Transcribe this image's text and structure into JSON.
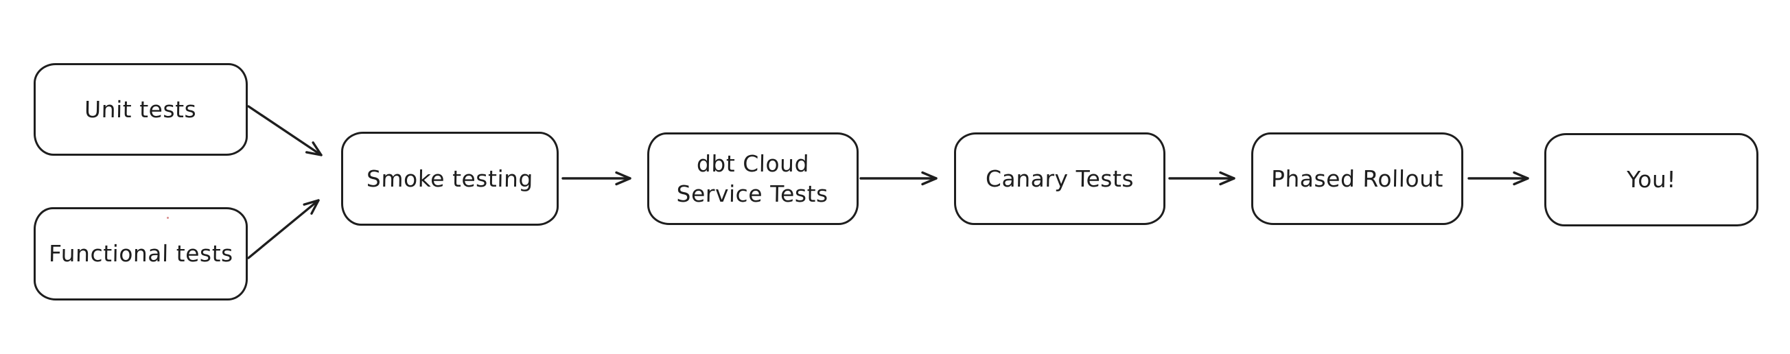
{
  "diagram": {
    "type": "flowchart",
    "style": "hand-drawn-excalidraw",
    "background_color": "#ffffff",
    "stroke_color": "#1e1e1e",
    "node_fill_color": "#ffffff",
    "stray_dot_color": "#d98c8c",
    "nodes": [
      {
        "id": "unit-tests",
        "label": "Unit tests"
      },
      {
        "id": "functional-tests",
        "label": "Functional tests"
      },
      {
        "id": "smoke-testing",
        "label": "Smoke testing"
      },
      {
        "id": "dbt-cloud-service-tests",
        "label": "dbt Cloud\nService Tests"
      },
      {
        "id": "canary-tests",
        "label": "Canary Tests"
      },
      {
        "id": "phased-rollout",
        "label": "Phased Rollout"
      },
      {
        "id": "you",
        "label": "You!"
      }
    ],
    "edges": [
      {
        "from": "unit-tests",
        "to": "smoke-testing"
      },
      {
        "from": "functional-tests",
        "to": "smoke-testing"
      },
      {
        "from": "smoke-testing",
        "to": "dbt-cloud-service-tests"
      },
      {
        "from": "dbt-cloud-service-tests",
        "to": "canary-tests"
      },
      {
        "from": "canary-tests",
        "to": "phased-rollout"
      },
      {
        "from": "phased-rollout",
        "to": "you"
      }
    ]
  }
}
